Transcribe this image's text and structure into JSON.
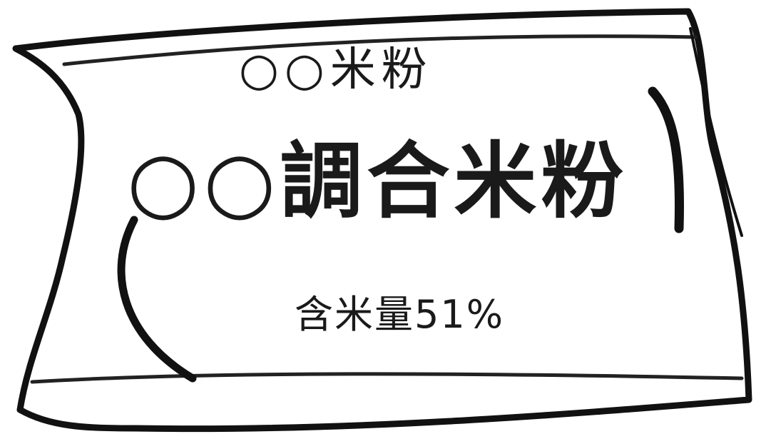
{
  "package": {
    "small_title": "○○米粉",
    "big_title": "○○調合米粉",
    "content": "含米量51%"
  },
  "colors": {
    "ink": "#1a1a1a",
    "background": "#ffffff"
  }
}
